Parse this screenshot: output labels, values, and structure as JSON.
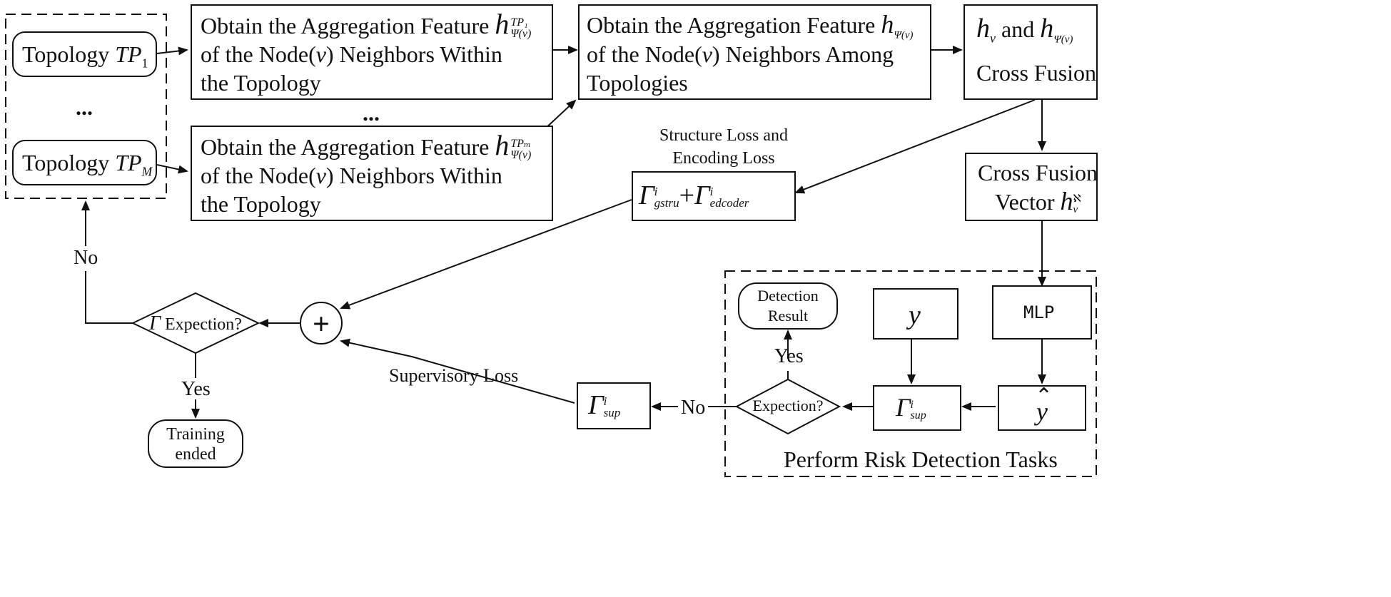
{
  "left_group": {
    "topology_1_label": "Topology",
    "topology_1_math": "TP",
    "topology_1_sub": "1",
    "ellipsis": "...",
    "topology_m_label": "Topology",
    "topology_m_math": "TP",
    "topology_m_sub": "M"
  },
  "within_top": {
    "line1": "Obtain the Aggregation Feature",
    "math": "h",
    "sup": "TP₁",
    "sub": "Ψ(v)",
    "line2_a": "of the Node(",
    "line2_v": "v",
    "line2_b": ") Neighbors Within",
    "line3": "the Topology"
  },
  "middle_ellipsis": "...",
  "within_bottom": {
    "line1": "Obtain the Aggregation Feature",
    "math": "h",
    "sup": "TPₘ",
    "sub": "Ψ(v)",
    "line2_a": "of the Node(",
    "line2_v": "v",
    "line2_b": ") Neighbors Within",
    "line3": "the Topology"
  },
  "among": {
    "line1": "Obtain the  Aggregation Feature",
    "math": "h",
    "sub": "Ψ(v)",
    "line2_a": "of the Node(",
    "line2_v": "v",
    "line2_b": ") Neighbors Among",
    "line3": "Topologies"
  },
  "cross_fusion": {
    "math_a": "h",
    "sub_a": "v",
    "and": "and",
    "math_b": "h",
    "sub_b": "Ψ(v)",
    "line2": "Cross Fusion"
  },
  "struct_loss": {
    "caption_1": "Structure Loss and",
    "caption_2": "Encoding Loss",
    "g1": "Γ",
    "g1_sup": "i",
    "g1_sub": "gstru",
    "plus": "+",
    "g2": "Γ",
    "g2_sup": "i",
    "g2_sub": "edcoder"
  },
  "cf_vector": {
    "line1": "Cross Fusion",
    "line2": "Vector",
    "math": "h",
    "sub": "v",
    "sup": "ℵ"
  },
  "loop": {
    "no_label": "No",
    "yes_label": "Yes",
    "diamond_symbol": "Γ",
    "diamond_text": "Expection?",
    "sum_symbol": "+",
    "training_ended_1": "Training",
    "training_ended_2": "ended",
    "supervisory_loss": "Supervisory Loss",
    "sup_box_g": "Γ",
    "sup_box_sup": "i",
    "sup_box_sub": "sup",
    "no2_label": "No"
  },
  "risk": {
    "title": "Perform Risk Detection Tasks",
    "detection_1": "Detection",
    "detection_2": "Result",
    "yes_label": "Yes",
    "diamond_text": "Expection?",
    "y_label": "y",
    "mlp_label": "MLP",
    "gsup_g": "Γ",
    "gsup_sup": "i",
    "gsup_sub": "sup",
    "yhat": "y"
  }
}
